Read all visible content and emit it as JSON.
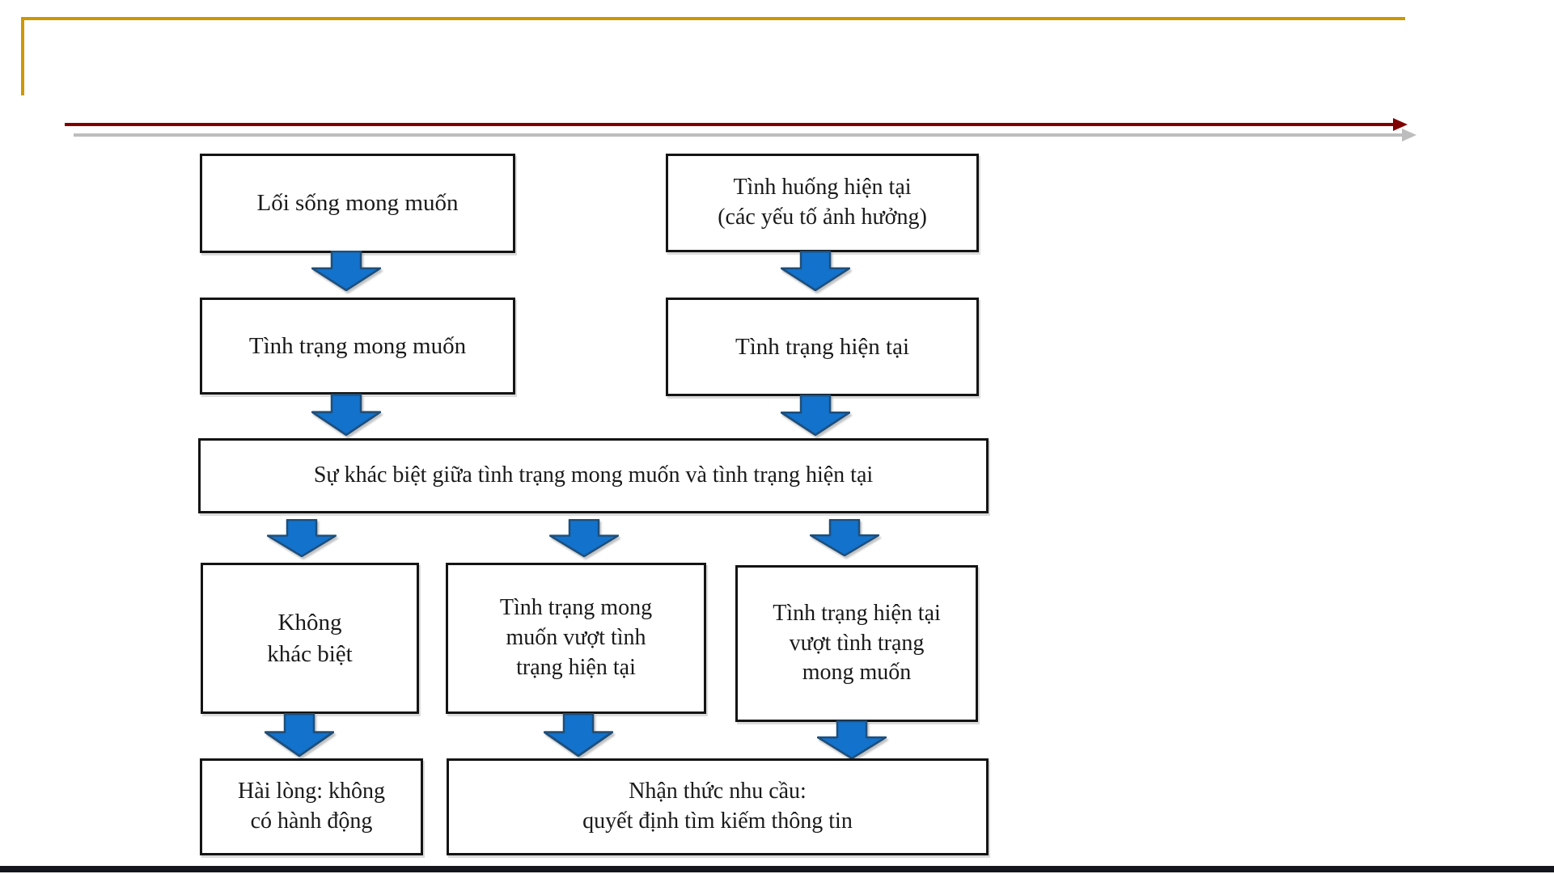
{
  "slide": {
    "kind": "presentation-slide-flowchart",
    "language": "vi"
  },
  "colors": {
    "accent_gold": "#CC9803",
    "divider_red": "#7F0101",
    "divider_shadow": "#BDBDBD",
    "arrow_fill": "#1272CC",
    "arrow_stroke": "#1F4E79",
    "box_border": "#141414",
    "text_color": "#1a1a1a",
    "bottom_bar": "#15151E"
  },
  "diagram": {
    "boxes": {
      "desired_lifestyle": {
        "text": "Lối sống mong muốn"
      },
      "current_situation": {
        "text": "Tình huống hiện tại\n(các yếu tố ảnh hưởng)"
      },
      "desired_state": {
        "text": "Tình trạng mong muốn"
      },
      "current_state": {
        "text": "Tình trạng hiện tại"
      },
      "difference": {
        "text": "Sự khác biệt giữa tình trạng mong muốn và tình trạng hiện tại"
      },
      "no_difference": {
        "text": "Không\nkhác biệt"
      },
      "desired_exceeds_current": {
        "text": "Tình trạng mong\nmuốn vượt tình\ntrạng hiện tại"
      },
      "current_exceeds_desired": {
        "text": "Tình trạng hiện tại\nvượt tình trạng\nmong muốn"
      },
      "satisfied_no_action": {
        "text": "Hài lòng: không\ncó hành động"
      },
      "need_recognition": {
        "text": "Nhận thức nhu cầu:\nquyết định tìm kiếm thông tin"
      }
    },
    "icons": {
      "down_arrow": "down-arrow-icon",
      "divider": "horizontal-arrow-divider"
    }
  }
}
